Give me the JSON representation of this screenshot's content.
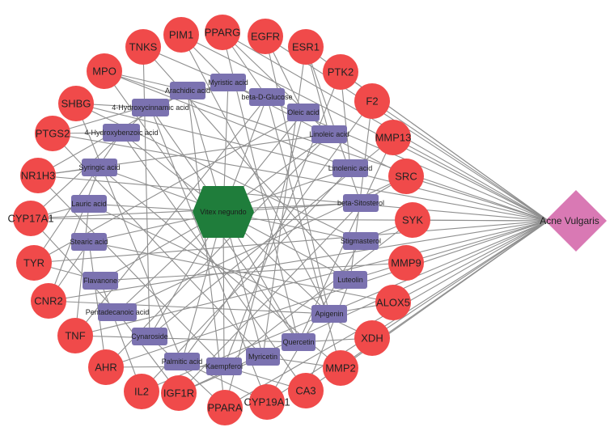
{
  "hub": {
    "label": "Vitex negundo",
    "color": "#1f7d3b"
  },
  "disease": {
    "label": "Acne Vulgaris",
    "color": "#d979b4"
  },
  "colors": {
    "target": "#f04a4a",
    "compound": "#7b72b0",
    "edge": "#8f8f8f"
  },
  "targets": [
    {
      "id": "PPARG",
      "label": "PPARG"
    },
    {
      "id": "EGFR",
      "label": "EGFR"
    },
    {
      "id": "ESR1",
      "label": "ESR1"
    },
    {
      "id": "PTK2",
      "label": "PTK2"
    },
    {
      "id": "F2",
      "label": "F2"
    },
    {
      "id": "MMP13",
      "label": "MMP13"
    },
    {
      "id": "SRC",
      "label": "SRC"
    },
    {
      "id": "SYK",
      "label": "SYK"
    },
    {
      "id": "MMP9",
      "label": "MMP9"
    },
    {
      "id": "ALOX5",
      "label": "ALOX5"
    },
    {
      "id": "XDH",
      "label": "XDH"
    },
    {
      "id": "MMP2",
      "label": "MMP2"
    },
    {
      "id": "CA3",
      "label": "CA3"
    },
    {
      "id": "CYP19A1",
      "label": "CYP19A1"
    },
    {
      "id": "PPARA",
      "label": "PPARA"
    },
    {
      "id": "IGF1R",
      "label": "IGF1R"
    },
    {
      "id": "IL2",
      "label": "IL2"
    },
    {
      "id": "AHR",
      "label": "AHR"
    },
    {
      "id": "TNF",
      "label": "TNF"
    },
    {
      "id": "CNR2",
      "label": "CNR2"
    },
    {
      "id": "TYR",
      "label": "TYR"
    },
    {
      "id": "CYP17A1",
      "label": "CYP17A1"
    },
    {
      "id": "NR1H3",
      "label": "NR1H3"
    },
    {
      "id": "PTGS2",
      "label": "PTGS2"
    },
    {
      "id": "SHBG",
      "label": "SHBG"
    },
    {
      "id": "MPO",
      "label": "MPO"
    },
    {
      "id": "TNKS",
      "label": "TNKS"
    },
    {
      "id": "PIM1",
      "label": "PIM1"
    }
  ],
  "compounds": [
    {
      "id": "myristic",
      "label": "Myristic acid"
    },
    {
      "id": "glucose",
      "label": "beta-D-Glucose"
    },
    {
      "id": "oleic",
      "label": "Oleic acid"
    },
    {
      "id": "linoleic",
      "label": "Linoleic acid"
    },
    {
      "id": "linolenic",
      "label": "Linolenic acid"
    },
    {
      "id": "sitosterol",
      "label": "beta-Sitosterol"
    },
    {
      "id": "stigmasterol",
      "label": "Stigmasterol"
    },
    {
      "id": "luteolin",
      "label": "Luteolin"
    },
    {
      "id": "apigenin",
      "label": "Apigenin"
    },
    {
      "id": "quercetin",
      "label": "Quercetin"
    },
    {
      "id": "myricetin",
      "label": "Myricetin"
    },
    {
      "id": "kaempferol",
      "label": "Kaempferol"
    },
    {
      "id": "palmitic",
      "label": "Palmitic acid"
    },
    {
      "id": "cynaroside",
      "label": "Cynaroside"
    },
    {
      "id": "pentadecanoic",
      "label": "Pentadecanoic acid"
    },
    {
      "id": "flavanone",
      "label": "Flavanone"
    },
    {
      "id": "stearic",
      "label": "Stearic acid"
    },
    {
      "id": "lauric",
      "label": "Lauric acid"
    },
    {
      "id": "syringic",
      "label": "Syringic acid"
    },
    {
      "id": "hydroxybenzoic",
      "label": "4-Hydroxybenzoic acid"
    },
    {
      "id": "hydroxycinnamic",
      "label": "4-Hydroxycinnamic acid"
    },
    {
      "id": "arachidic",
      "label": "Arachidic acid"
    }
  ],
  "compound_target_edges": [
    [
      "myristic",
      "PIM1"
    ],
    [
      "myristic",
      "SRC"
    ],
    [
      "myristic",
      "PTGS2"
    ],
    [
      "glucose",
      "PPARG"
    ],
    [
      "glucose",
      "MMP2"
    ],
    [
      "glucose",
      "TNF"
    ],
    [
      "oleic",
      "EGFR"
    ],
    [
      "oleic",
      "PPARA"
    ],
    [
      "oleic",
      "TYR"
    ],
    [
      "linoleic",
      "ESR1"
    ],
    [
      "linoleic",
      "AHR"
    ],
    [
      "linoleic",
      "NR1H3"
    ],
    [
      "linoleic",
      "PPARG"
    ],
    [
      "linolenic",
      "PTK2"
    ],
    [
      "linolenic",
      "IL2"
    ],
    [
      "linolenic",
      "MPO"
    ],
    [
      "sitosterol",
      "SRC"
    ],
    [
      "sitosterol",
      "CYP17A1"
    ],
    [
      "sitosterol",
      "IGF1R"
    ],
    [
      "sitosterol",
      "ESR1"
    ],
    [
      "stigmasterol",
      "SYK"
    ],
    [
      "stigmasterol",
      "SHBG"
    ],
    [
      "stigmasterol",
      "CYP19A1"
    ],
    [
      "luteolin",
      "MMP9"
    ],
    [
      "luteolin",
      "TNKS"
    ],
    [
      "luteolin",
      "CA3"
    ],
    [
      "luteolin",
      "F2"
    ],
    [
      "apigenin",
      "ALOX5"
    ],
    [
      "apigenin",
      "PIM1"
    ],
    [
      "apigenin",
      "CNR2"
    ],
    [
      "apigenin",
      "EGFR"
    ],
    [
      "quercetin",
      "XDH"
    ],
    [
      "quercetin",
      "MPO"
    ],
    [
      "quercetin",
      "PPARG"
    ],
    [
      "quercetin",
      "MMP13"
    ],
    [
      "quercetin",
      "TNF"
    ],
    [
      "myricetin",
      "MMP2"
    ],
    [
      "myricetin",
      "PTGS2"
    ],
    [
      "myricetin",
      "ESR1"
    ],
    [
      "myricetin",
      "IGF1R"
    ],
    [
      "kaempferol",
      "CA3"
    ],
    [
      "kaempferol",
      "NR1H3"
    ],
    [
      "kaempferol",
      "PTK2"
    ],
    [
      "kaempferol",
      "SYK"
    ],
    [
      "kaempferol",
      "AHR"
    ],
    [
      "palmitic",
      "CYP19A1"
    ],
    [
      "palmitic",
      "F2"
    ],
    [
      "palmitic",
      "SHBG"
    ],
    [
      "cynaroside",
      "PPARA"
    ],
    [
      "cynaroside",
      "MMP13"
    ],
    [
      "cynaroside",
      "TNKS"
    ],
    [
      "pentadecanoic",
      "IGF1R"
    ],
    [
      "pentadecanoic",
      "SRC"
    ],
    [
      "pentadecanoic",
      "CYP17A1"
    ],
    [
      "flavanone",
      "IL2"
    ],
    [
      "flavanone",
      "MMP9"
    ],
    [
      "flavanone",
      "TYR"
    ],
    [
      "stearic",
      "AHR"
    ],
    [
      "stearic",
      "ALOX5"
    ],
    [
      "stearic",
      "CNR2"
    ],
    [
      "lauric",
      "TNF"
    ],
    [
      "lauric",
      "XDH"
    ],
    [
      "lauric",
      "CYP17A1"
    ],
    [
      "syringic",
      "CNR2"
    ],
    [
      "syringic",
      "MMP2"
    ],
    [
      "syringic",
      "NR1H3"
    ],
    [
      "hydroxybenzoic",
      "TYR"
    ],
    [
      "hydroxybenzoic",
      "CA3"
    ],
    [
      "hydroxybenzoic",
      "PTGS2"
    ],
    [
      "hydroxycinnamic",
      "CYP17A1"
    ],
    [
      "hydroxycinnamic",
      "CYP19A1"
    ],
    [
      "hydroxycinnamic",
      "SHBG"
    ],
    [
      "arachidic",
      "NR1H3"
    ],
    [
      "arachidic",
      "PPARA"
    ],
    [
      "arachidic",
      "MPO"
    ]
  ]
}
